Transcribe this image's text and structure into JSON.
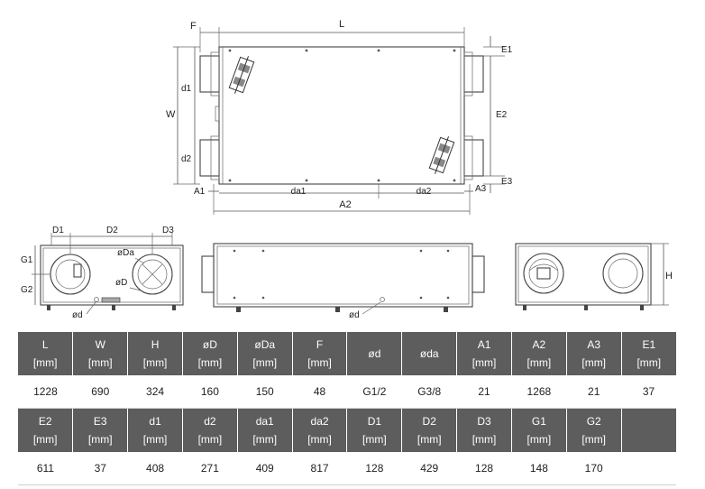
{
  "drawing": {
    "top_view_labels": {
      "F": "F",
      "L": "L",
      "E1": "E1",
      "W": "W",
      "d1": "d1",
      "d2": "d2",
      "E2": "E2",
      "E3": "E3",
      "A1": "A1",
      "A3": "A3",
      "da1": "da1",
      "da2": "da2",
      "A2": "A2"
    },
    "end_view_labels": {
      "D1": "D1",
      "D2": "D2",
      "D3": "D3",
      "G1": "G1",
      "G2": "G2",
      "oDa": "øDa",
      "oD": "øD",
      "od": "ød"
    },
    "side_view_labels": {
      "od": "ød"
    },
    "right_view_labels": {
      "H": "H"
    }
  },
  "table": {
    "row1": {
      "headers": [
        {
          "sym": "L",
          "unit": "[mm]"
        },
        {
          "sym": "W",
          "unit": "[mm]"
        },
        {
          "sym": "H",
          "unit": "[mm]"
        },
        {
          "sym": "øD",
          "unit": "[mm]"
        },
        {
          "sym": "øDa",
          "unit": "[mm]"
        },
        {
          "sym": "F",
          "unit": "[mm]"
        },
        {
          "sym": "ød",
          "unit": ""
        },
        {
          "sym": "øda",
          "unit": ""
        },
        {
          "sym": "A1",
          "unit": "[mm]"
        },
        {
          "sym": "A2",
          "unit": "[mm]"
        },
        {
          "sym": "A3",
          "unit": "[mm]"
        },
        {
          "sym": "E1",
          "unit": "[mm]"
        }
      ],
      "values": [
        "1228",
        "690",
        "324",
        "160",
        "150",
        "48",
        "G1/2",
        "G3/8",
        "21",
        "1268",
        "21",
        "37"
      ]
    },
    "row2": {
      "headers": [
        {
          "sym": "E2",
          "unit": "[mm]"
        },
        {
          "sym": "E3",
          "unit": "[mm]"
        },
        {
          "sym": "d1",
          "unit": "[mm]"
        },
        {
          "sym": "d2",
          "unit": "[mm]"
        },
        {
          "sym": "da1",
          "unit": "[mm]"
        },
        {
          "sym": "da2",
          "unit": "[mm]"
        },
        {
          "sym": "D1",
          "unit": "[mm]"
        },
        {
          "sym": "D2",
          "unit": "[mm]"
        },
        {
          "sym": "D3",
          "unit": "[mm]"
        },
        {
          "sym": "G1",
          "unit": "[mm]"
        },
        {
          "sym": "G2",
          "unit": "[mm]"
        },
        {
          "sym": "",
          "unit": ""
        }
      ],
      "values": [
        "611",
        "37",
        "408",
        "271",
        "409",
        "817",
        "128",
        "429",
        "128",
        "148",
        "170",
        ""
      ]
    }
  }
}
